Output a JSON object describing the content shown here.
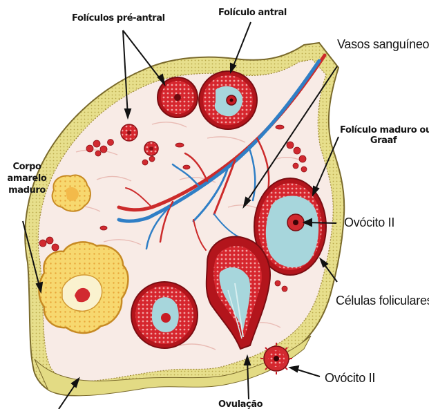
{
  "labels": {
    "preantral": "Folículos pré-antral",
    "antral": "Folículo antral",
    "vessels": "Vasos sanguíneos",
    "graaf_line1": "Folículo maduro ou d",
    "graaf_line2": "Graaf",
    "corpus_line1": "Corpo",
    "corpus_line2": "amarelo",
    "corpus_line3": "maduro",
    "oocyte_upper": "Ovócito II",
    "follicular_cells": "Células foliculares",
    "oocyte_lower": "Ovócito II",
    "ovulation": "Ovulação"
  },
  "colors": {
    "capsule": "#e0da86",
    "capsule_edge": "#7a6a2c",
    "stroma": "#f8ebe6",
    "follicle_red": "#c81c24",
    "follicle_dark": "#8e1016",
    "antrum_blue": "#a7d6dc",
    "artery": "#cc2b2b",
    "vein": "#2f7fc6",
    "corpus_yellow": "#f5d36a",
    "corpus_orange": "#e49a2b",
    "label_text": "#151515"
  }
}
